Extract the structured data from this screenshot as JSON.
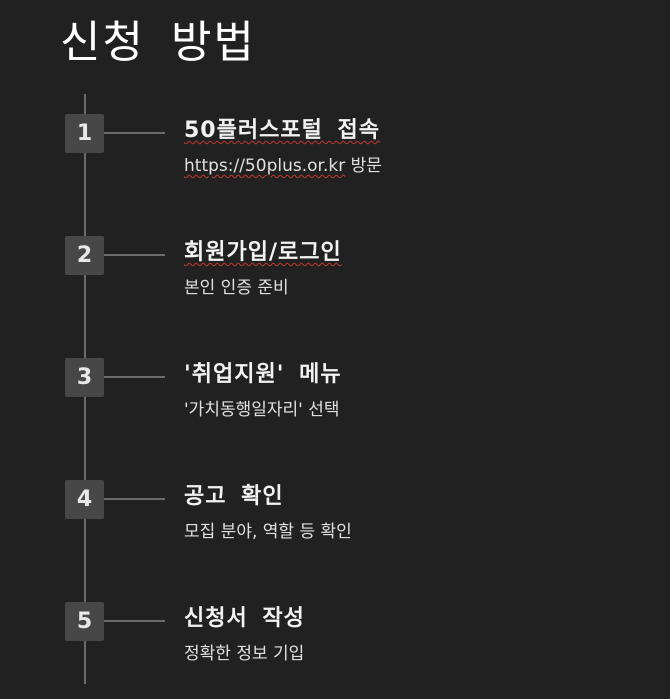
{
  "title": "신청 방법",
  "steps": [
    {
      "number": "1",
      "title": "50플러스포털 접속",
      "desc_prefix": "https://50plus.or.kr",
      "desc_suffix": " 방문"
    },
    {
      "number": "2",
      "title": "회원가입/로그인",
      "desc": "본인 인증 준비"
    },
    {
      "number": "3",
      "title": "'취업지원' 메뉴",
      "desc": "'가치동행일자리' 선택"
    },
    {
      "number": "4",
      "title": "공고 확인",
      "desc": "모집 분야, 역할 등 확인"
    },
    {
      "number": "5",
      "title": "신청서 작성",
      "desc": "정확한 정보 기입"
    }
  ],
  "colors": {
    "background": "#212121",
    "badge": "#474747",
    "line": "#6b6b6b",
    "text": "#ffffff"
  }
}
